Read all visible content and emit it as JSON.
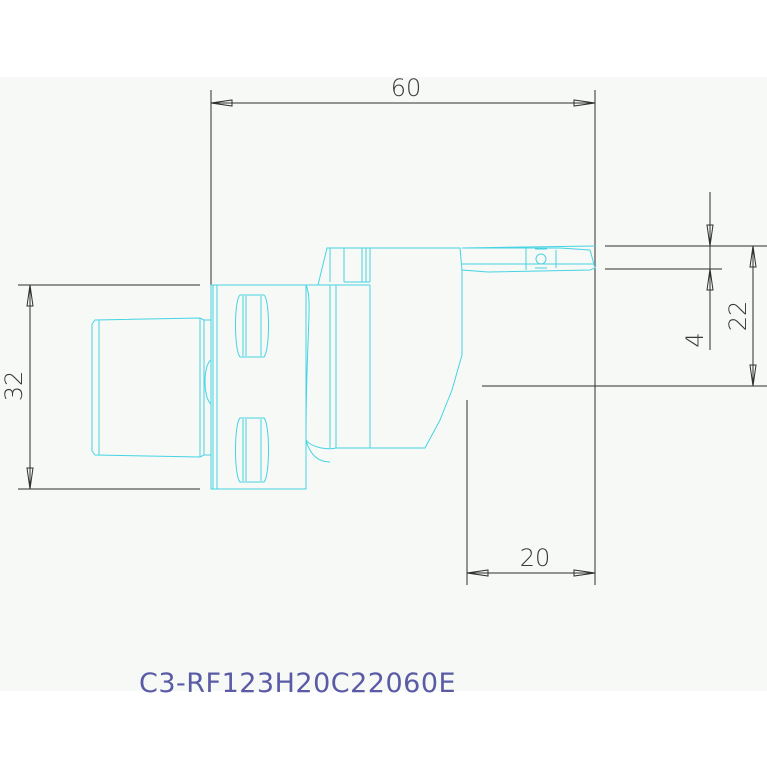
{
  "drawing": {
    "dimensions": {
      "overall_length": "60",
      "shank_diameter": "32",
      "width": "20",
      "height": "22",
      "insert_thickness": "4"
    },
    "part_code": "C3-RF123H20C22060E",
    "colors": {
      "background": "#ffffff",
      "sheet": "#f6f9f5",
      "outline": "#46d4e4",
      "dimension": "#303030",
      "part_code": "#5a5aa6"
    }
  }
}
